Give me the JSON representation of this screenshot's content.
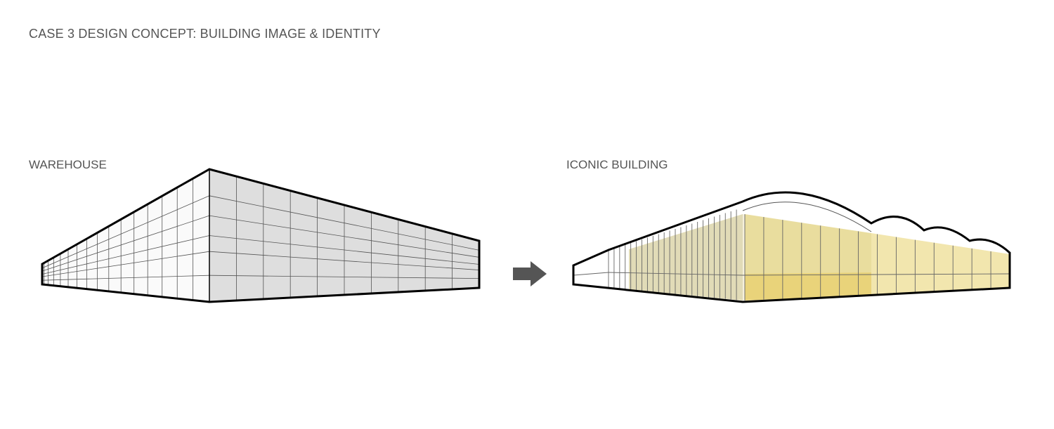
{
  "title": "CASE 3 DESIGN CONCEPT: BUILDING IMAGE & IDENTITY",
  "left": {
    "label": "WAREHOUSE"
  },
  "right": {
    "label": "ICONIC BUILDING"
  },
  "arrow_icon": "arrow-right-icon",
  "colors": {
    "text": "#555555",
    "warehouse_face": "#dedede",
    "glass_yellow": "#e9d37a",
    "glass_olive": "#cfc79a",
    "arrow": "#555555"
  }
}
